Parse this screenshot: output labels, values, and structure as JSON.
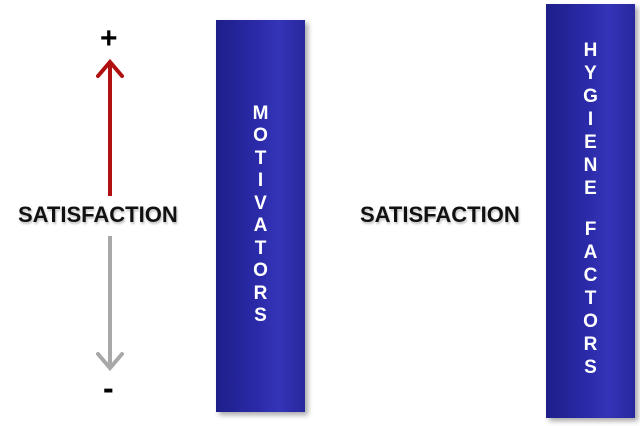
{
  "diagram": {
    "plus_sign": "+",
    "minus_sign": "-",
    "left_label": "SATISFACTION",
    "right_label": "SATISFACTION",
    "motivators_bar": {
      "words": [
        "MOTIVATORS"
      ],
      "color": "#2a2aa8"
    },
    "hygiene_bar": {
      "words": [
        "HYGIENE",
        "FACTORS"
      ],
      "color": "#2a2aa8"
    },
    "arrow_up_color": "#b01010",
    "arrow_down_color": "#a8a8a8"
  }
}
